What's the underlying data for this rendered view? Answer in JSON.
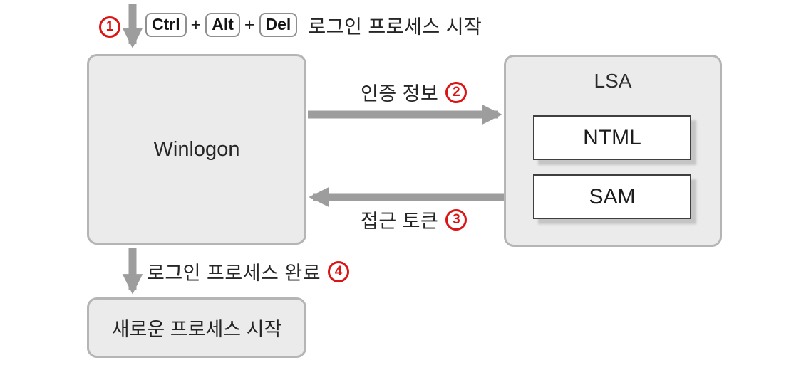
{
  "steps": [
    {
      "number": "1",
      "keys": [
        "Ctrl",
        "Alt",
        "Del"
      ],
      "plus": "+",
      "label": "로그인 프로세스 시작"
    },
    {
      "number": "2",
      "label": "인증 정보"
    },
    {
      "number": "3",
      "label": "접근 토큰"
    },
    {
      "number": "4",
      "label": "로그인 프로세스 완료"
    }
  ],
  "nodes": {
    "winlogon": "Winlogon",
    "lsa": "LSA",
    "ntml": "NTML",
    "sam": "SAM",
    "new_process": "새로운 프로세스 시작"
  },
  "colors": {
    "arrow": "#9d9d9d",
    "box_fill": "#ebebeb",
    "box_border": "#b5b5b5",
    "inner_box_border": "#3f3f3f",
    "badge_red": "#dd1414",
    "text": "#262626"
  }
}
